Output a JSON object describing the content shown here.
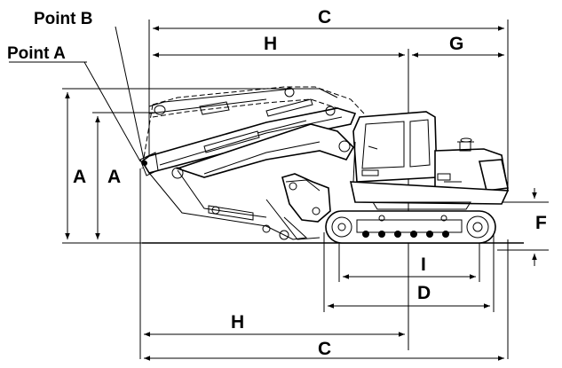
{
  "labels": {
    "point_a": "Point A",
    "point_b": "Point B",
    "dim_a_outer": "A",
    "dim_a_inner": "A",
    "dim_c_top": "C",
    "dim_c_bottom": "C",
    "dim_h_top": "H",
    "dim_h_bottom": "H",
    "dim_g": "G",
    "dim_f": "F",
    "dim_i": "I",
    "dim_d": "D"
  },
  "colors": {
    "line": "#000000",
    "background": "#ffffff"
  }
}
